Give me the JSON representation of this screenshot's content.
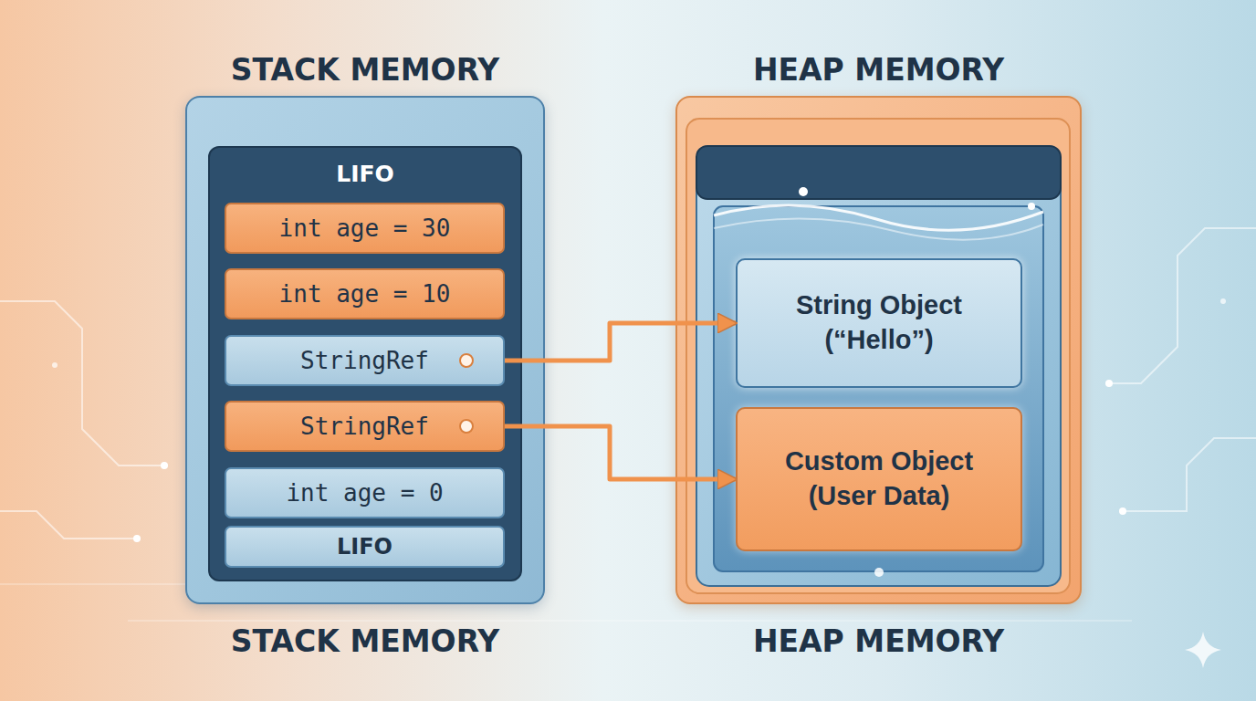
{
  "diagram": {
    "nodes": [
      {
        "text": [
          "STACK MEMORY",
          "STACK MEMORY"
        ]
      },
      {
        "text": [
          "LIFO"
        ],
        "in": 0
      },
      {
        "text": [
          "int age = 30"
        ],
        "in": 1
      },
      {
        "text": [
          "int age = 10"
        ],
        "in": 1
      },
      {
        "text": [
          "StringRef"
        ],
        "in": 1
      },
      {
        "text": [
          "StringRef"
        ],
        "in": 1
      },
      {
        "text": [
          "int age = 0"
        ],
        "in": 1
      },
      {
        "text": [
          "LIFO"
        ],
        "in": 1
      },
      {
        "text": [
          "HEAP MEMORY",
          "HEAP MEMORY"
        ]
      },
      {
        "text": [
          "String Object (“Hello”)"
        ],
        "in": 8
      },
      {
        "text": [
          "Custom Object (User Data)"
        ],
        "in": 8
      }
    ],
    "edges": [
      {
        "from": 4,
        "to": 9,
        "arrow": "to"
      },
      {
        "from": 5,
        "to": 10,
        "arrow": "to"
      }
    ]
  }
}
